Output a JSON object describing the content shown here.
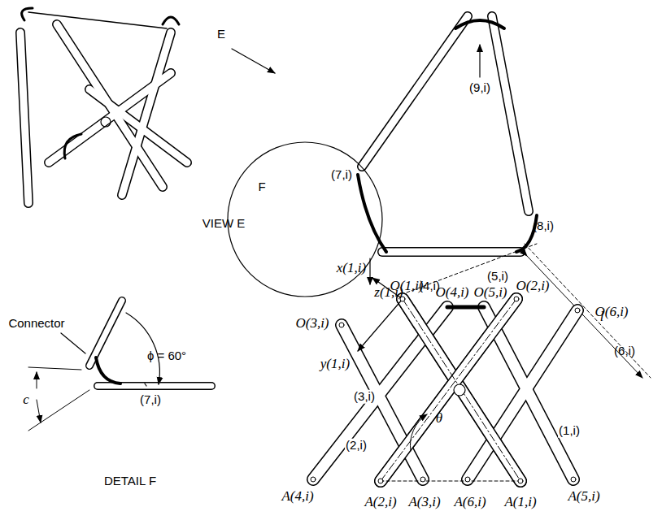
{
  "diagram": {
    "labels": [
      "E",
      "(9,i)",
      "(7,i)",
      "(8,i)",
      "F",
      "z(1,i)",
      "VIEW E",
      "Connector",
      "ϕ = 60°",
      "(7,i)",
      "c",
      "DETAIL F",
      "x(1,i)",
      "O(1,i)",
      "(4,i)",
      "O(4,i)",
      "O(5,i)",
      "(5,i)",
      "O(2,i)",
      "O(3,i)",
      "O(6,i)",
      "y(1,i)",
      "l",
      "(3,i)",
      "(6,i)",
      "(2,i)",
      "θ",
      "(1,i)",
      "A(4,i)",
      "A(2,i)",
      "A(3,i)",
      "A(6,i)",
      "A(1,i)",
      "A(5,i)"
    ]
  }
}
